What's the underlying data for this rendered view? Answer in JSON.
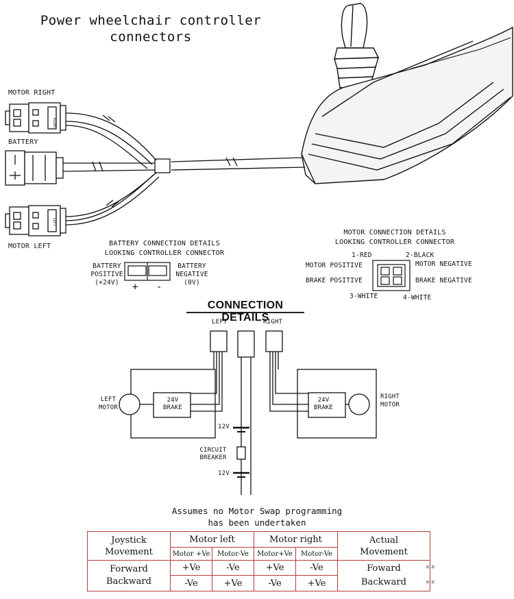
{
  "title": [
    "Power wheelchair controller",
    "connectors"
  ],
  "connectors": {
    "motor_right": "MOTOR RIGHT",
    "battery": "BATTERY",
    "motor_left": "MOTOR LEFT",
    "right_tag": "RIGHT",
    "left_tag": "LEFT"
  },
  "battery_details": {
    "title_line1": "BATTERY CONNECTION DETAILS",
    "title_line2": "LOOKING CONTROLLER CONNECTOR",
    "positive_lines": [
      "BATTERY",
      "POSITIVE",
      "(+24V)"
    ],
    "negative_lines": [
      "BATTERY",
      "NEGATIVE",
      "(0V)"
    ],
    "plus": "+",
    "minus": "-"
  },
  "motor_details": {
    "title_line1": "MOTOR CONNECTION DETAILS",
    "title_line2": "LOOKING CONTROLLER CONNECTOR",
    "pin1": "1-RED",
    "pin2": "2-BLACK",
    "pin3": "3-WHITE",
    "pin4": "4-WHITE",
    "motor_positive": "MOTOR POSITIVE",
    "motor_negative": "MOTOR NEGATIVE",
    "brake_positive": "BRAKE POSITIVE",
    "brake_negative": "BRAKE NEGATIVE"
  },
  "connection_details": {
    "heading": "CONNECTION DETAILS",
    "left": "LEFT",
    "right": "RIGHT",
    "left_motor": [
      "LEFT",
      "MOTOR"
    ],
    "right_motor": [
      "RIGHT",
      "MOTOR"
    ],
    "brake_left": [
      "24V",
      "BRAKE"
    ],
    "brake_right": [
      "24V",
      "BRAKE"
    ],
    "v12_top": "12V",
    "circuit_breaker": [
      "CIRCUIT",
      "BREAKER"
    ],
    "v12_bottom": "12V"
  },
  "note": [
    "Assumes no Motor Swap programming",
    "has been undertaken"
  ],
  "table": {
    "header": {
      "joystick": [
        "Joystick",
        "Movement"
      ],
      "motor_left": "Motor left",
      "motor_right": "Motor right",
      "actual": [
        "Actual",
        "Movement"
      ],
      "sub": [
        "Motor +Ve",
        "Motor-Ve",
        "Motor+Ve",
        "Motor-Ve"
      ]
    },
    "rows": [
      {
        "movement": "Forward",
        "left_pos": "+Ve",
        "left_neg": "-Ve",
        "right_pos": "+Ve",
        "right_neg": "-Ve",
        "actual": "Foward",
        "mark": "**"
      },
      {
        "movement": "Backward",
        "left_pos": "-Ve",
        "left_neg": "+Ve",
        "right_pos": "-Ve",
        "right_neg": "+Ve",
        "actual": "Backward",
        "mark": "**"
      }
    ],
    "border_color": "#b23b3b"
  }
}
